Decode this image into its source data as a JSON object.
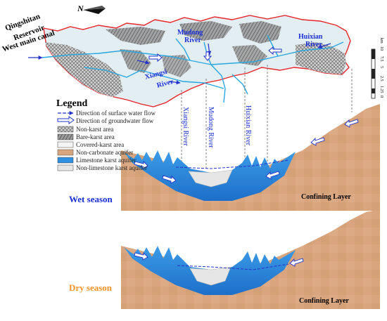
{
  "map": {
    "north_label": "N",
    "reservoir_label_line1": "Qingshitan",
    "reservoir_label_line2": "Reservoir",
    "canal_label": "West main canal",
    "rivers": [
      {
        "name_line1": "Mudong",
        "name_line2": "River"
      },
      {
        "name_line1": "Huixian",
        "name_line2": "River"
      },
      {
        "name_line1": "Xiangsi",
        "name_line2": "River"
      }
    ],
    "scale_bar": {
      "ticks": [
        "0",
        "1.25",
        "2.5",
        "5",
        "7.5",
        "10"
      ],
      "unit": "km"
    }
  },
  "legend": {
    "title": "Legend",
    "items": [
      {
        "key": "surface_flow",
        "label": "Direction of surface water flow"
      },
      {
        "key": "groundwater_flow",
        "label": "Direction of groundwater flow"
      },
      {
        "key": "non_karst",
        "label": "Non-karst area"
      },
      {
        "key": "bare_karst",
        "label": "Bare-karst area"
      },
      {
        "key": "covered_karst",
        "label": "Covered-karst area"
      },
      {
        "key": "non_carbonate",
        "label": "Non-carbonate aquifer"
      },
      {
        "key": "limestone_karst",
        "label": "Limestone karst aquifer"
      },
      {
        "key": "non_limestone_karst",
        "label": "Non-limestone karst aquifer"
      }
    ]
  },
  "sections": {
    "wet_label": "Wet season",
    "dry_label": "Dry season",
    "confining_label": "Confining Layer",
    "river_labels": [
      "Xiangsi River",
      "Mudong River",
      "Huixian River"
    ]
  },
  "colors": {
    "boundary_red": "#e8242a",
    "river_blue": "#2aa7e0",
    "arrow_blue": "#2332c8",
    "aquifer_blue": "#2f8fe0",
    "soil": "#d9a57e",
    "wet_label": "#1a2fd6",
    "dry_label": "#f0942a"
  }
}
